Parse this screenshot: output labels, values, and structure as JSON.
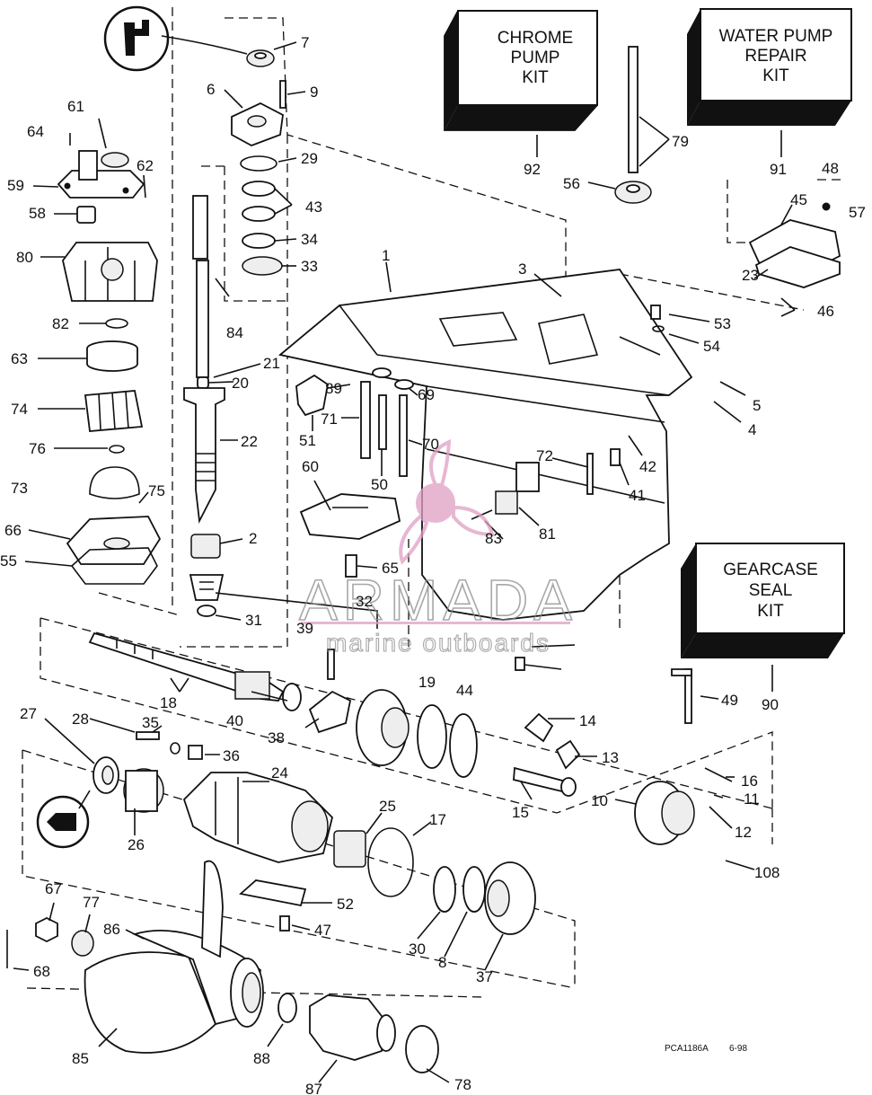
{
  "kits": {
    "chrome_pump": {
      "line1": "CHROME",
      "line2": "PUMP",
      "line3": "KIT",
      "ref": "92"
    },
    "water_pump": {
      "line1": "WATER PUMP",
      "line2": "REPAIR",
      "line3": "KIT",
      "ref": "91"
    },
    "gearcase_seal": {
      "line1": "GEARCASE",
      "line2": "SEAL",
      "line3": "KIT",
      "ref": "90"
    }
  },
  "watermark": {
    "brand": "ARMADA",
    "tagline": "marine outboards"
  },
  "footer": {
    "code": "PCA1186A",
    "date": "6-98"
  },
  "callouts": [
    "7",
    "9",
    "6",
    "29",
    "43",
    "34",
    "33",
    "84",
    "21",
    "20",
    "22",
    "2",
    "31",
    "39",
    "61",
    "64",
    "62",
    "59",
    "58",
    "80",
    "82",
    "63",
    "74",
    "76",
    "73",
    "75",
    "66",
    "55",
    "79",
    "56",
    "1",
    "3",
    "45",
    "48",
    "57",
    "23",
    "46",
    "53",
    "54",
    "5",
    "4",
    "42",
    "41",
    "89",
    "71",
    "69",
    "51",
    "70",
    "72",
    "50",
    "60",
    "65",
    "81",
    "83",
    "32",
    "18",
    "40",
    "38",
    "19",
    "44",
    "14",
    "13",
    "49",
    "27",
    "28",
    "35",
    "36",
    "24",
    "25",
    "17",
    "15",
    "10",
    "16",
    "11",
    "12",
    "108",
    "26",
    "52",
    "47",
    "30",
    "8",
    "37",
    "67",
    "77",
    "86",
    "68",
    "85",
    "88",
    "87",
    "78"
  ]
}
